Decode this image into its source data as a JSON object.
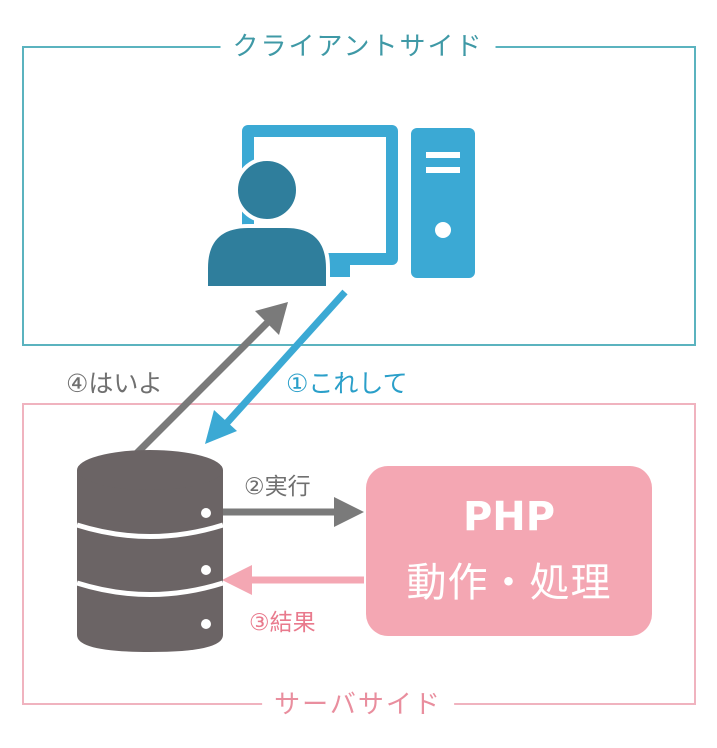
{
  "client_side": {
    "title": "クライアントサイド"
  },
  "server_side": {
    "title": "サーバサイド"
  },
  "arrows": {
    "request": "①これして",
    "execute": "②実行",
    "result": "③結果",
    "response": "④はいよ"
  },
  "php_box": {
    "title": "PHP",
    "subtitle": "動作・処理"
  },
  "colors": {
    "client_frame": "#5bb3bf",
    "server_frame": "#f0b3bf",
    "computer_blue": "#3ba9d4",
    "person_dark": "#2f7e9c",
    "server_gray": "#6b6465",
    "arrow_gray": "#7a7a7a",
    "php_pink": "#f4a7b3"
  },
  "icons": [
    "computer-monitor-icon",
    "pc-tower-icon",
    "user-icon",
    "server-database-icon"
  ]
}
